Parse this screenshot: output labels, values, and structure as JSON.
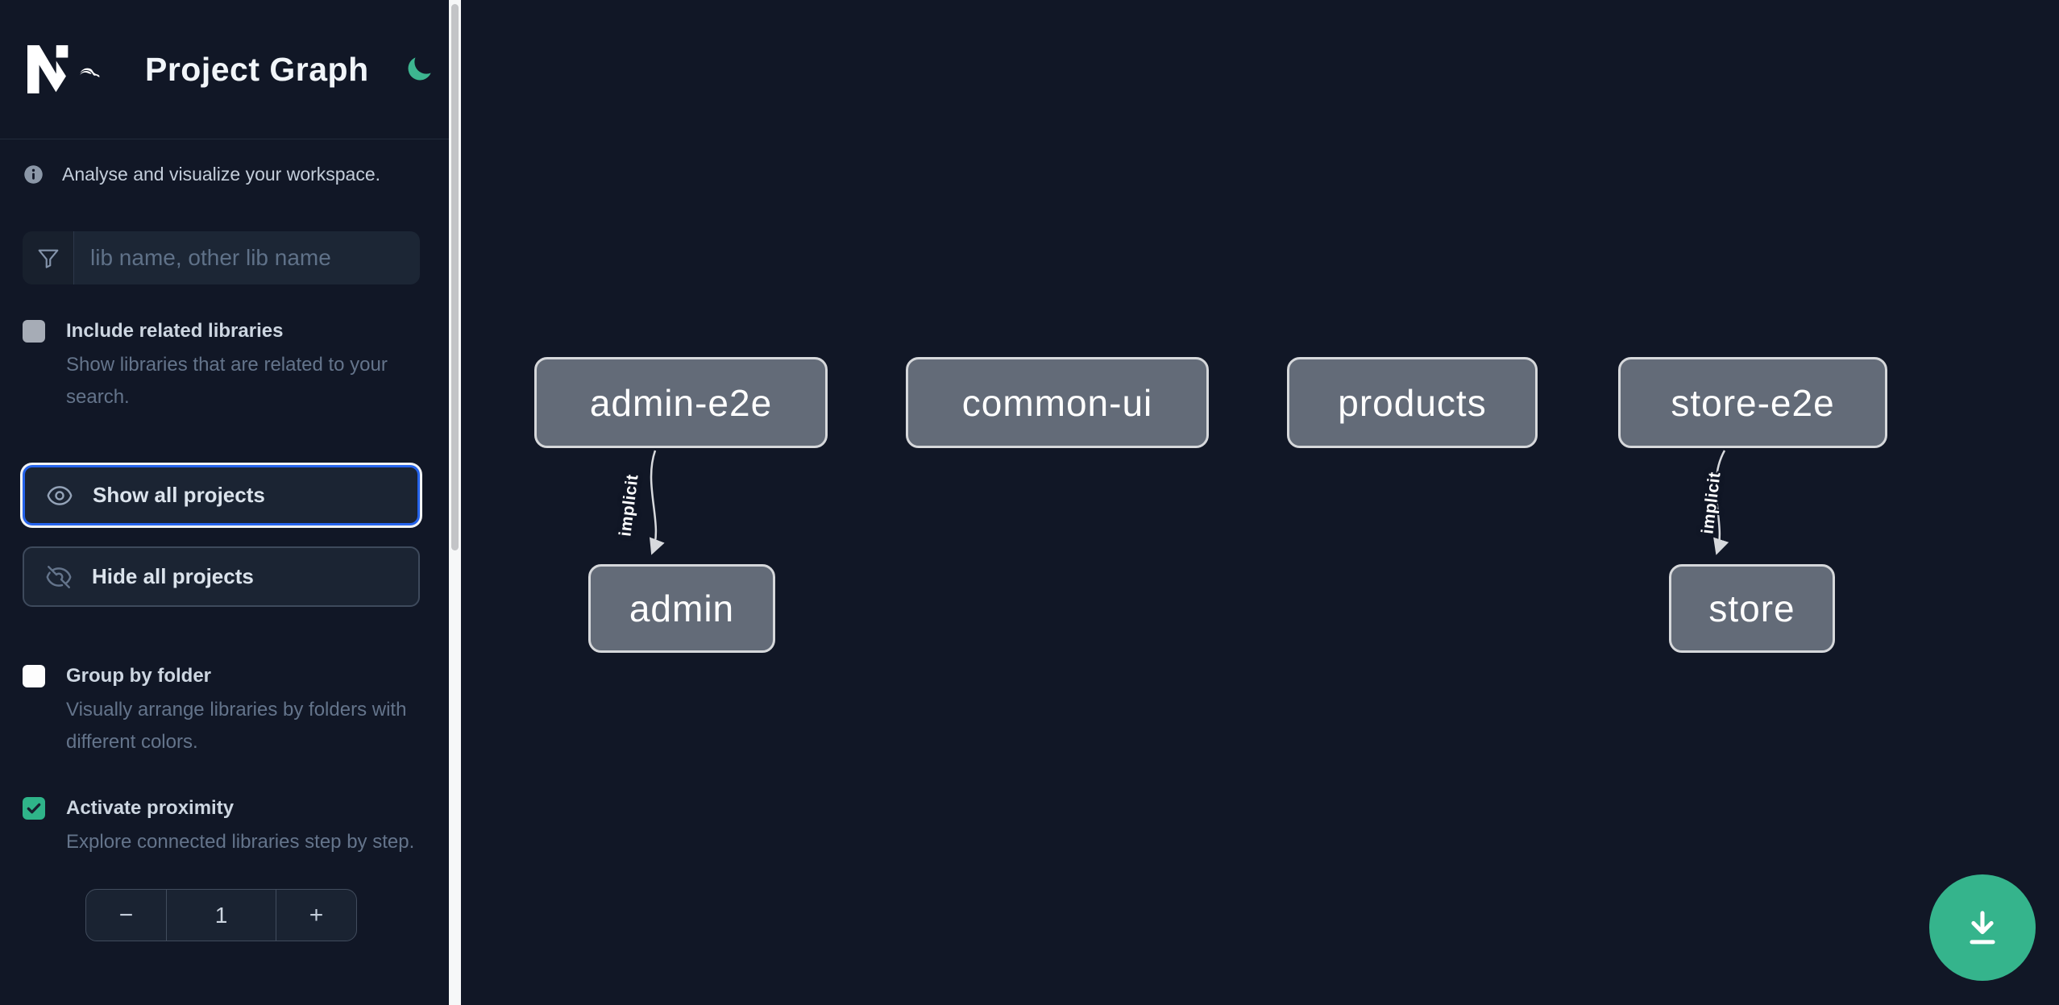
{
  "header": {
    "title": "Project Graph"
  },
  "sidebar": {
    "info_text": "Analyse and visualize your workspace.",
    "search": {
      "placeholder": "lib name, other lib name"
    },
    "checkboxes": [
      {
        "id": "include-related-libraries",
        "label": "Include related libraries",
        "description": "Show libraries that are related to your search.",
        "checked": false
      },
      {
        "id": "group-by-folder",
        "label": "Group by folder",
        "description": "Visually arrange libraries by folders with different colors.",
        "checked": false
      },
      {
        "id": "activate-proximity",
        "label": "Activate proximity",
        "description": "Explore connected libraries step by step.",
        "checked": true
      }
    ],
    "buttons": [
      {
        "id": "show-all-projects",
        "label": "Show all projects",
        "icon": "eye-icon",
        "focused": true
      },
      {
        "id": "hide-all-projects",
        "label": "Hide all projects",
        "icon": "eye-off-icon",
        "focused": false
      }
    ],
    "stepper": {
      "decrement_label": "−",
      "value": "1",
      "increment_label": "+"
    }
  },
  "graph": {
    "nodes": [
      {
        "id": "admin-e2e",
        "label": "admin-e2e"
      },
      {
        "id": "common-ui",
        "label": "common-ui"
      },
      {
        "id": "products",
        "label": "products"
      },
      {
        "id": "store-e2e",
        "label": "store-e2e"
      },
      {
        "id": "admin",
        "label": "admin"
      },
      {
        "id": "store",
        "label": "store"
      }
    ],
    "edges": [
      {
        "from": "admin-e2e",
        "to": "admin",
        "label": "implicit",
        "type": "implicit"
      },
      {
        "from": "store-e2e",
        "to": "store",
        "label": "implicit",
        "type": "implicit"
      }
    ]
  },
  "icons": {
    "logo": "nx-logo",
    "theme": "moon-icon",
    "info": "info-circle-icon",
    "search": "filter-funnel-icon",
    "show": "eye-icon",
    "hide": "eye-off-icon",
    "check": "check-icon",
    "fab": "download-icon"
  },
  "colors": {
    "background": "#111726",
    "accent_green": "#35b48c",
    "focus_blue": "#2563eb",
    "node_fill": "#636b78",
    "node_border": "#d6d8db",
    "panel_fill": "#1b2433",
    "edge": "#d7d9dd"
  }
}
